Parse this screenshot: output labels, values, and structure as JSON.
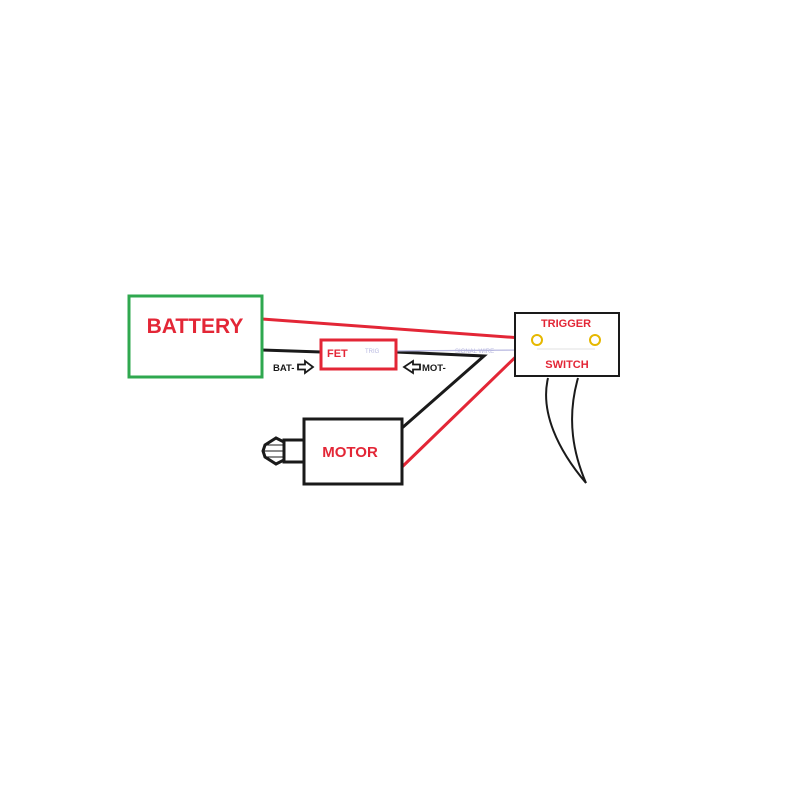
{
  "colors": {
    "battery_border": "#2fa84f",
    "red": "#e32636",
    "black": "#1a1a1a",
    "signal": "#b8b8e0",
    "terminal": "#e6b800"
  },
  "components": {
    "battery": {
      "label": "BATTERY"
    },
    "fet": {
      "label": "FET",
      "trig_label": "TRIG"
    },
    "motor": {
      "label": "MOTOR"
    },
    "trigger_switch": {
      "label_top": "TRIGGER",
      "label_bottom": "SWITCH"
    }
  },
  "connections": {
    "bat_minus": "BAT-",
    "mot_minus": "MOT-",
    "signal_wire": "SIGNAL WIRE"
  }
}
